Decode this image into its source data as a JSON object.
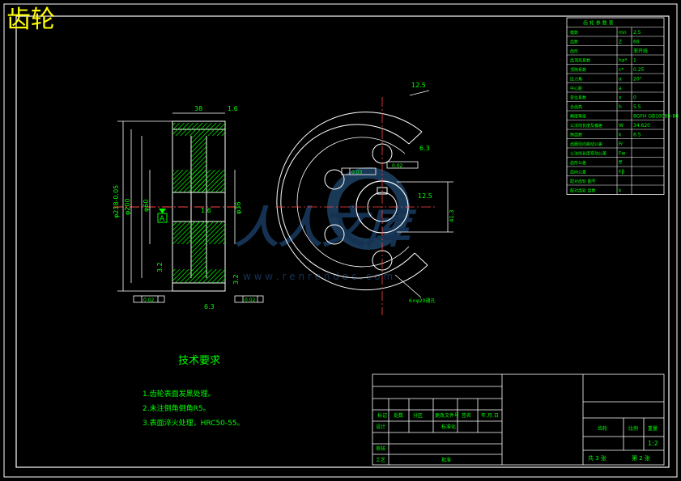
{
  "title": "齿轮",
  "watermark": {
    "brand": "人人文库",
    "url": "w w w . r e n r e n d o c . c o m"
  },
  "tech": {
    "heading": "技术要求",
    "items": [
      "1.齿轮表面发黑处理。",
      "2.未注倒角倒角R5。",
      "3.表面淬火处理，HRC50-55。"
    ]
  },
  "dims": {
    "width_top": "38",
    "r16a": "1.6",
    "r16b": "1.6",
    "r32a": "3.2",
    "r32b": "3.2",
    "r63a": "6.3",
    "r63b": "6.3",
    "phi218": "φ218-0.05",
    "phi200": "φ200",
    "phi_hub": "φ60",
    "bore": "φ36",
    "r125a": "12.5",
    "r125b": "12.5",
    "kw": "12.5",
    "datum": "A",
    "gd1": "0.02",
    "gd2": "0.02",
    "gd3": "0.03",
    "gd4": "0.02",
    "holes": "6×φ20通孔",
    "depth": "41.3"
  },
  "params": {
    "header": "齿 轮 参 数 表",
    "rows": [
      {
        "name": "模数",
        "sym": "mn",
        "val": "2.5"
      },
      {
        "name": "齿数",
        "sym": "Z",
        "val": "66"
      },
      {
        "name": "齿形",
        "sym": "",
        "val": "渐开线"
      },
      {
        "name": "齿顶高系数",
        "sym": "ha*",
        "val": "1"
      },
      {
        "name": "顶隙系数",
        "sym": "c*",
        "val": "0.25"
      },
      {
        "name": "压力角",
        "sym": "α",
        "val": "20°"
      },
      {
        "name": "中心距",
        "sym": "a",
        "val": ""
      },
      {
        "name": "变位系数",
        "sym": "x",
        "val": "0"
      },
      {
        "name": "全齿高",
        "sym": "h",
        "val": "5.5"
      },
      {
        "name": "精度等级",
        "sym": "",
        "val": "8GFH GB10095-88"
      },
      {
        "name": "公法线长度及偏差",
        "sym": "W",
        "val": "34.620"
      },
      {
        "name": "跨齿数",
        "sym": "k",
        "val": "6.5"
      },
      {
        "name": "齿圈径向跳动公差",
        "sym": "Fr",
        "val": ""
      },
      {
        "name": "公法线长度变动公差",
        "sym": "Fw",
        "val": ""
      },
      {
        "name": "齿形公差",
        "sym": "ff",
        "val": ""
      },
      {
        "name": "齿向公差",
        "sym": "Fβ",
        "val": ""
      },
      {
        "name": "配对齿轮 图号",
        "sym": "",
        "val": ""
      },
      {
        "name": "配对齿轮 齿数",
        "sym": "k",
        "val": ""
      }
    ]
  },
  "titleblock": {
    "r1": [
      "标记",
      "处数",
      "分区",
      "更改文件号",
      "签名",
      "年.月.日"
    ],
    "designer": "设计",
    "std": "标准化",
    "review": "审核",
    "process": "工艺",
    "approve": "批准",
    "name": "齿轮",
    "scale_h": "比例",
    "weight_h": "重量",
    "scale": "1:2",
    "sheets": "共 3 张",
    "sheet": "第 2 张"
  }
}
